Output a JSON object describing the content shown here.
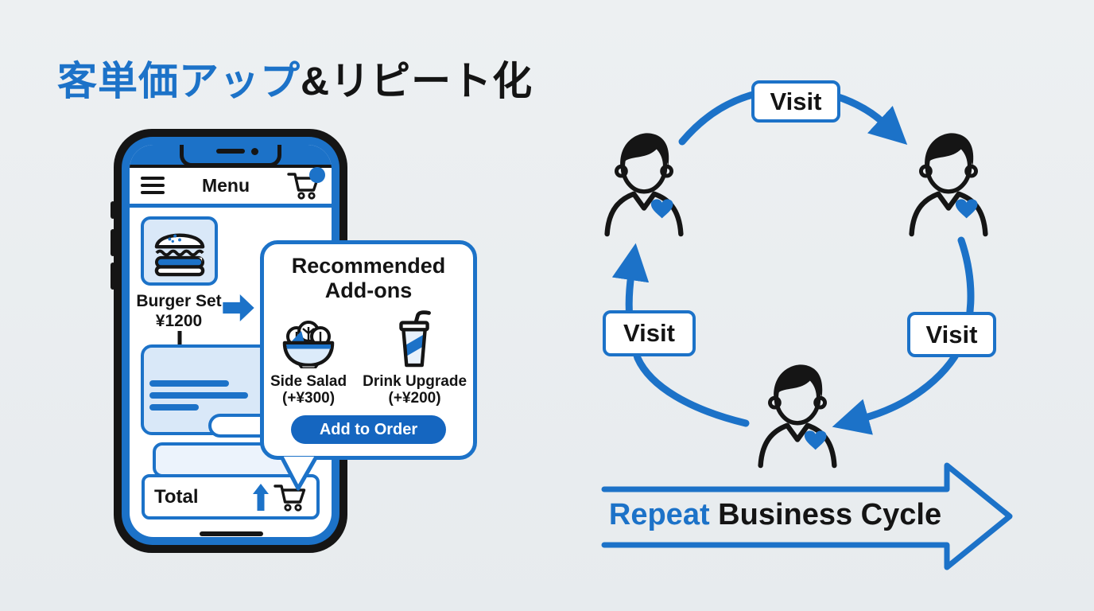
{
  "title": {
    "accent": "客単価アップ",
    "rest": "&リピート化"
  },
  "phone": {
    "menu_title": "Menu",
    "item_name": "Burger Set",
    "item_price": "¥1200",
    "total_label": "Total"
  },
  "popup": {
    "title_line1": "Recommended",
    "title_line2": "Add-ons",
    "addons": [
      {
        "name": "Side Salad",
        "price": "(+¥300)"
      },
      {
        "name": "Drink Upgrade",
        "price": "(+¥200)"
      }
    ],
    "button": "Add to Order"
  },
  "cycle": {
    "labels": [
      "Visit",
      "Visit",
      "Visit"
    ]
  },
  "repeat_arrow": {
    "accent": "Repeat",
    "rest": " Business Cycle"
  },
  "icons": {
    "menu": "hamburger-icon",
    "cart": "shopping-cart-icon",
    "burger": "burger-icon",
    "salad": "salad-bowl-icon",
    "drink": "drink-cup-icon",
    "up": "up-arrow-icon",
    "person": "customer-icon",
    "heart": "heart-icon"
  },
  "colors": {
    "accent": "#1c72c8",
    "button": "#1566c0",
    "light_blue": "#d9e8f8",
    "ink": "#151515",
    "bg": "#e9edf0"
  }
}
